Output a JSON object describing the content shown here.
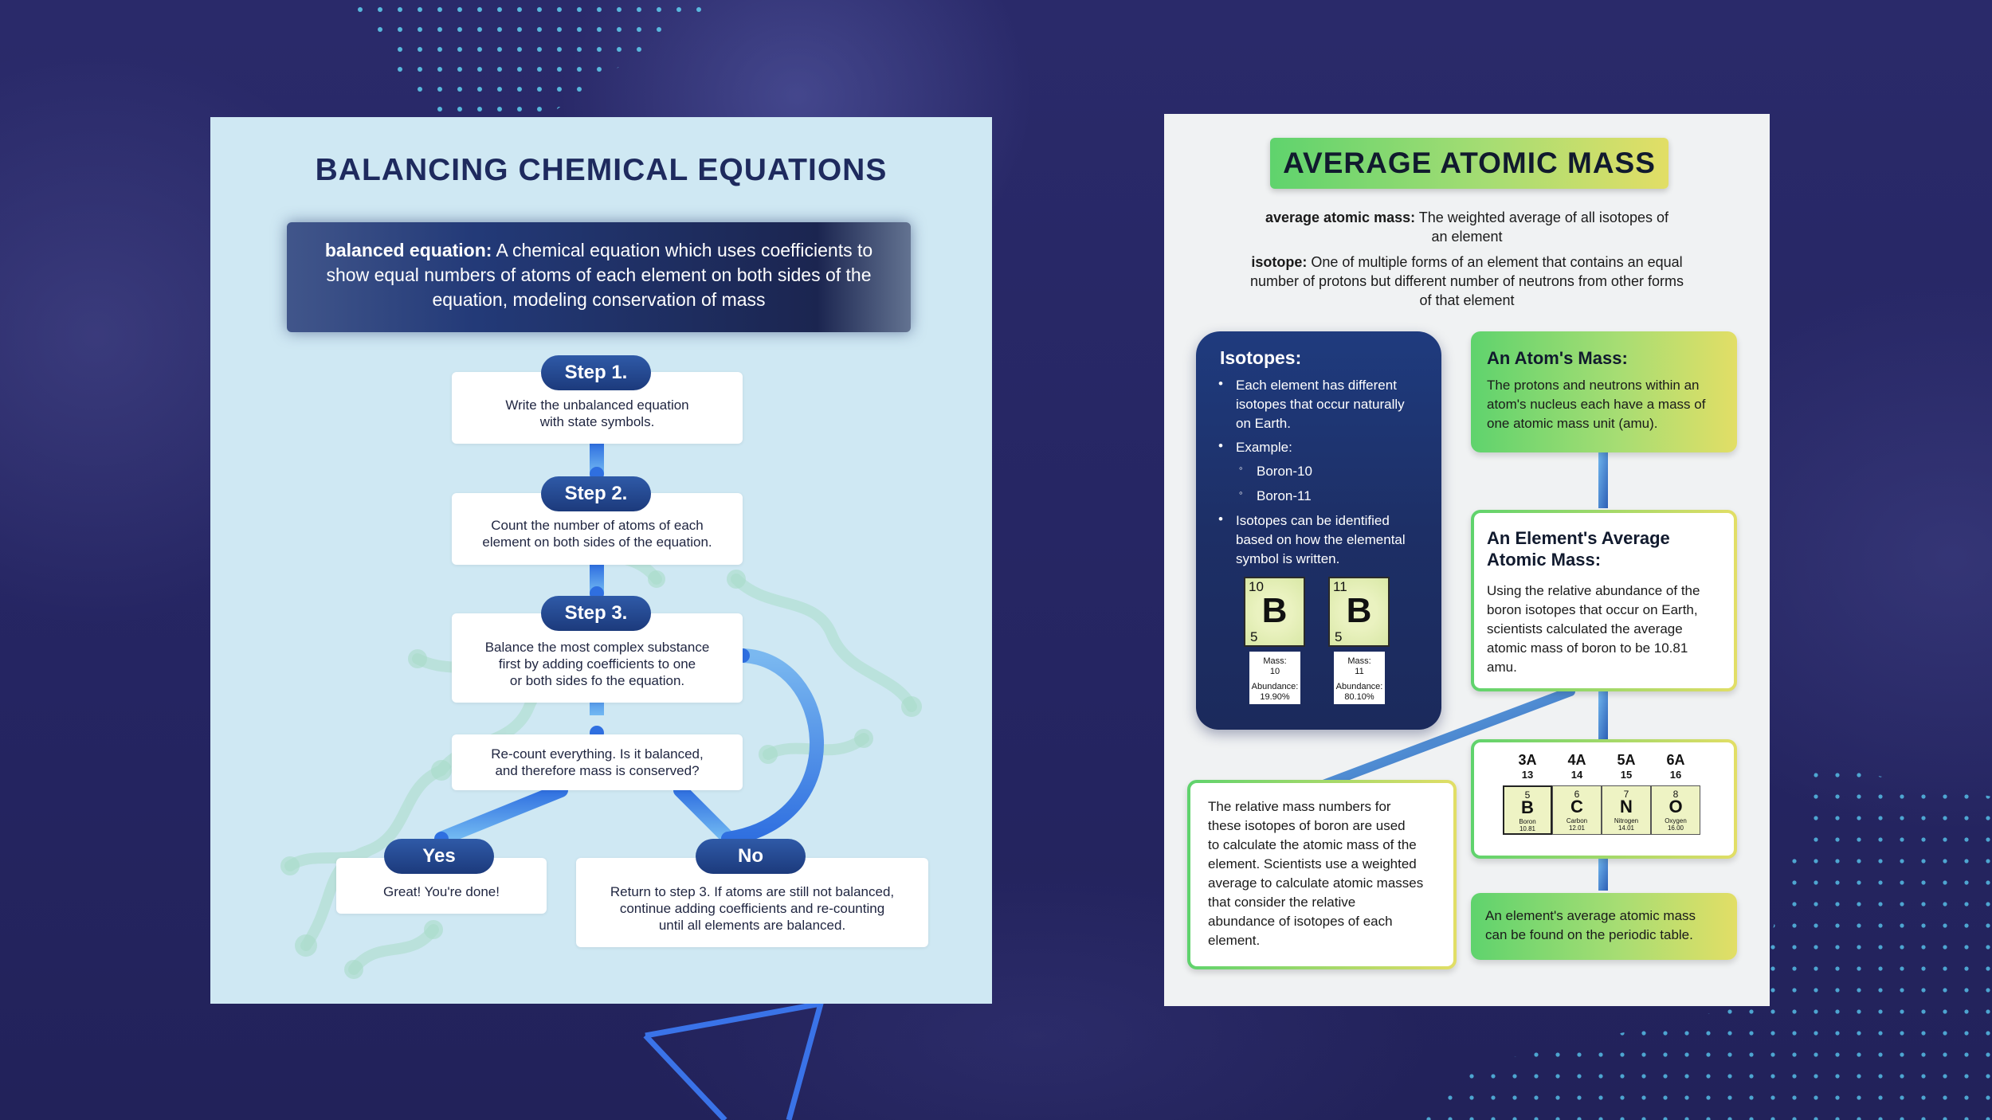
{
  "left": {
    "title": "BALANCING CHEMICAL EQUATIONS",
    "definition_term": "balanced equation:",
    "definition_text": " A chemical equation which uses coefficients to show equal numbers of atoms of each element on both sides of the equation, modeling conservation of mass",
    "steps": [
      {
        "label": "Step 1.",
        "text_lines": [
          "Write the unbalanced equation",
          "with state symbols."
        ]
      },
      {
        "label": "Step 2.",
        "text_lines": [
          "Count the number of atoms of each",
          "element on both sides of the equation."
        ]
      },
      {
        "label": "Step 3.",
        "text_lines": [
          "Balance the most complex substance",
          "first by adding coefficients to one",
          "or both sides fo the equation."
        ]
      }
    ],
    "recount_lines": [
      "Re-count everything. Is it balanced,",
      "and therefore mass is conserved?"
    ],
    "yes_label": "Yes",
    "yes_text": "Great! You're done!",
    "no_label": "No",
    "no_text_lines": [
      "Return to step 3. If atoms are still not balanced,",
      "continue adding coefficients and re-counting",
      "until all elements are balanced."
    ]
  },
  "right": {
    "title": "AVERAGE ATOMIC MASS",
    "def1_term": "average atomic mass:",
    "def1_lines": [
      " The weighted average of all isotopes of",
      "an element"
    ],
    "def2_term": "isotope:",
    "def2_lines": [
      " One of multiple forms of an element that contains an equal",
      "number of protons but different number of neutrons from other forms",
      "of that element"
    ],
    "isotopes": {
      "heading": "Isotopes:",
      "bullet1_lines": [
        "Each element has different",
        "isotopes that occur naturally",
        "on Earth."
      ],
      "bullet2": "Example:",
      "sub1": "Boron-10",
      "sub2": "Boron-11",
      "bullet3_lines": [
        "Isotopes can be identified",
        "based on how the elemental",
        "symbol is written."
      ],
      "tiles": [
        {
          "mass_number": "10",
          "symbol": "B",
          "atomic_number": "5",
          "mass_label": "Mass:",
          "mass": "10",
          "abundance_label": "Abundance:",
          "abundance": "19.90%"
        },
        {
          "mass_number": "11",
          "symbol": "B",
          "atomic_number": "5",
          "mass_label": "Mass:",
          "mass": "11",
          "abundance_label": "Abundance:",
          "abundance": "80.10%"
        }
      ]
    },
    "atom_mass": {
      "heading": "An Atom's Mass:",
      "text_lines": [
        "The protons and neutrons within an",
        "atom's nucleus each have a mass of",
        "one atomic mass unit (amu)."
      ]
    },
    "element_avg": {
      "heading_lines": [
        "An Element's Average",
        "Atomic Mass:"
      ],
      "text_lines": [
        "Using the relative abundance of the",
        "boron isotopes that occur on Earth,",
        "scientists calculated the average",
        "atomic mass of boron to be 10.81",
        "amu."
      ]
    },
    "periodic": {
      "groups": [
        {
          "group": "3A",
          "col": "13"
        },
        {
          "group": "4A",
          "col": "14"
        },
        {
          "group": "5A",
          "col": "15"
        },
        {
          "group": "6A",
          "col": "16"
        }
      ],
      "cells": [
        {
          "z": "5",
          "symbol": "B",
          "name": "Boron",
          "mass": "10.81"
        },
        {
          "z": "6",
          "symbol": "C",
          "name": "Carbon",
          "mass": "12.01"
        },
        {
          "z": "7",
          "symbol": "N",
          "name": "Nitrogen",
          "mass": "14.01"
        },
        {
          "z": "8",
          "symbol": "O",
          "name": "Oxygen",
          "mass": "16.00"
        }
      ]
    },
    "relative_mass_lines": [
      "The relative mass numbers for",
      "these isotopes of boron are used",
      "to calculate the atomic mass of the",
      "element. Scientists use a weighted",
      "average to calculate atomic masses",
      "that consider the relative",
      "abundance of isotopes of each",
      "element."
    ],
    "found_lines": [
      "An element's average atomic mass",
      "can be found on the periodic table."
    ]
  },
  "colors": {
    "background": "#272764",
    "left_panel": "#cfe8f3",
    "navy": "#1e2a5e",
    "accent_blue": "#2f6fe0",
    "green_start": "#5fd36d",
    "green_end": "#e2de66"
  }
}
